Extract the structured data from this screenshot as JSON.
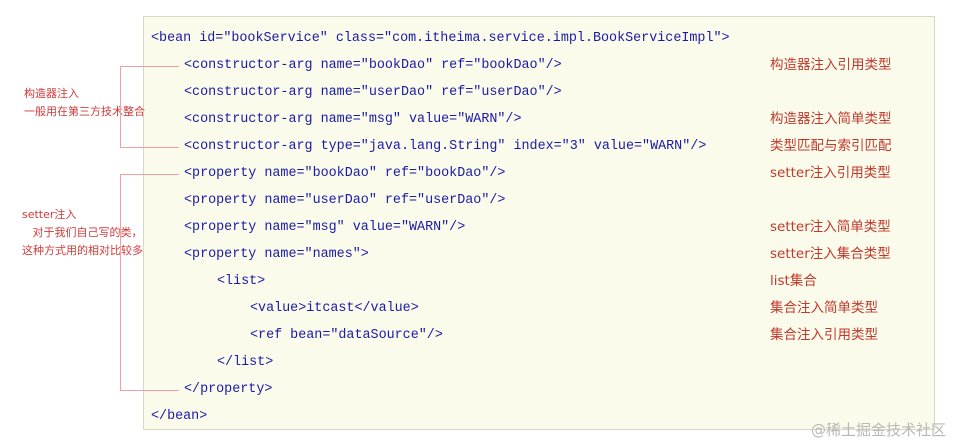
{
  "code_lines": [
    {
      "t": "<bean id=\"bookService\" class=\"com.itheima.service.impl.BookServiceImpl\">",
      "indent": 0
    },
    {
      "t": "<constructor-arg name=\"bookDao\" ref=\"bookDao\"/>",
      "indent": 1
    },
    {
      "t": "<constructor-arg name=\"userDao\" ref=\"userDao\"/>",
      "indent": 1
    },
    {
      "t": "<constructor-arg name=\"msg\" value=\"WARN\"/>",
      "indent": 1
    },
    {
      "t": "<constructor-arg type=\"java.lang.String\" index=\"3\" value=\"WARN\"/>",
      "indent": 1
    },
    {
      "t": "<property name=\"bookDao\" ref=\"bookDao\"/>",
      "indent": 1
    },
    {
      "t": "<property name=\"userDao\" ref=\"userDao\"/>",
      "indent": 1
    },
    {
      "t": "<property name=\"msg\" value=\"WARN\"/>",
      "indent": 1
    },
    {
      "t": "<property name=\"names\">",
      "indent": 1
    },
    {
      "t": "<list>",
      "indent": 2
    },
    {
      "t": "<value>itcast</value>",
      "indent": 3
    },
    {
      "t": "<ref bean=\"dataSource\"/>",
      "indent": 3
    },
    {
      "t": "</list>",
      "indent": 2
    },
    {
      "t": "</property>",
      "indent": 1
    },
    {
      "t": "</bean>",
      "indent": 0
    }
  ],
  "notes": [
    {
      "line": 1,
      "text": "构造器注入引用类型"
    },
    {
      "line": 3,
      "text": "构造器注入简单类型"
    },
    {
      "line": 4,
      "text": "类型匹配与索引匹配"
    },
    {
      "line": 5,
      "text": "setter注入引用类型"
    },
    {
      "line": 7,
      "text": "setter注入简单类型"
    },
    {
      "line": 8,
      "text": "setter注入集合类型"
    },
    {
      "line": 9,
      "text": "list集合"
    },
    {
      "line": 10,
      "text": "集合注入简单类型"
    },
    {
      "line": 11,
      "text": "集合注入引用类型"
    }
  ],
  "side_notes": {
    "constructor": "构造器注入\n一般用在第三方技术整合",
    "setter": "setter注入\n   对于我们自己写的类，\n这种方式用的相对比较多"
  },
  "watermark": "@稀土掘金技术社区",
  "colors": {
    "tag": "#1a1aa6",
    "note": "#c0392b",
    "bracket": "#f0a0a0",
    "background": "#fbfbec"
  }
}
